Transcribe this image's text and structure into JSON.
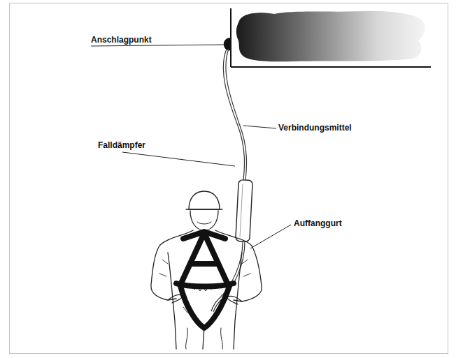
{
  "diagram": {
    "labels": [
      "Anschlagpunkt",
      "Verbindungsmittel",
      "Falldämpfer",
      "Auffanggurt"
    ]
  }
}
